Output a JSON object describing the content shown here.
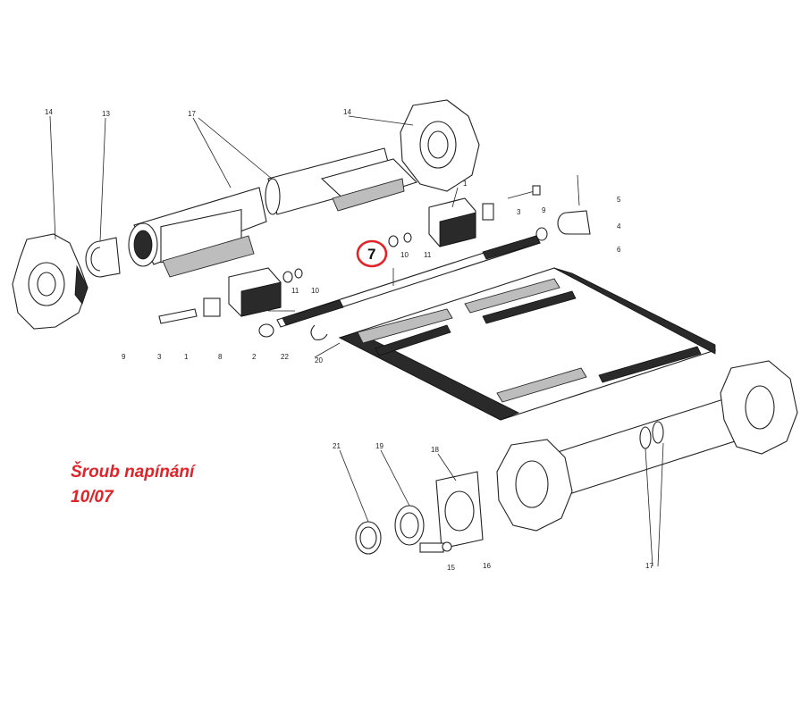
{
  "caption": {
    "line1": "Šroub napínání",
    "line2": "10/07"
  },
  "highlight": {
    "label": "7",
    "ring_color": "#e0242a"
  },
  "part_labels": [
    {
      "id": "p14a",
      "text": "14"
    },
    {
      "id": "p13",
      "text": "13"
    },
    {
      "id": "p17a",
      "text": "17"
    },
    {
      "id": "p14b",
      "text": "14"
    },
    {
      "id": "p1a",
      "text": "1"
    },
    {
      "id": "p3a",
      "text": "3"
    },
    {
      "id": "p9a",
      "text": "9"
    },
    {
      "id": "p5",
      "text": "5"
    },
    {
      "id": "p4",
      "text": "4"
    },
    {
      "id": "p6",
      "text": "6"
    },
    {
      "id": "p10a",
      "text": "10"
    },
    {
      "id": "p11a",
      "text": "11"
    },
    {
      "id": "p11b",
      "text": "11"
    },
    {
      "id": "p10b",
      "text": "10"
    },
    {
      "id": "p9b",
      "text": "9"
    },
    {
      "id": "p3b",
      "text": "3"
    },
    {
      "id": "p1b",
      "text": "1"
    },
    {
      "id": "p8",
      "text": "8"
    },
    {
      "id": "p2",
      "text": "2"
    },
    {
      "id": "p22",
      "text": "22"
    },
    {
      "id": "p20",
      "text": "20"
    },
    {
      "id": "p21",
      "text": "21"
    },
    {
      "id": "p19",
      "text": "19"
    },
    {
      "id": "p18",
      "text": "18"
    },
    {
      "id": "p15",
      "text": "15"
    },
    {
      "id": "p16",
      "text": "16"
    },
    {
      "id": "p17b",
      "text": "17"
    }
  ],
  "colors": {
    "ink": "#222222",
    "accent": "#e0242a"
  }
}
